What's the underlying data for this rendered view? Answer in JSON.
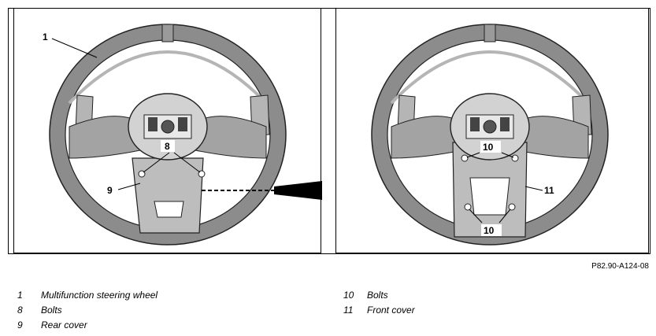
{
  "figure": {
    "callouts_left": [
      "1",
      "8",
      "9"
    ],
    "callouts_right": [
      "10",
      "10",
      "11"
    ],
    "reference_code": "P82.90-A124-08"
  },
  "legend": [
    {
      "number": "1",
      "label": "Multifunction steering wheel"
    },
    {
      "number": "8",
      "label": "Bolts"
    },
    {
      "number": "9",
      "label": "Rear cover"
    },
    {
      "number": "10",
      "label": "Bolts"
    },
    {
      "number": "11",
      "label": "Front cover"
    }
  ],
  "colors": {
    "rim": "#8c8c8c",
    "rim_highlight": "#b5b5b5",
    "spoke": "#a3a3a3",
    "hub": "#d2d2d2",
    "cover": "#bdbdbd",
    "line": "#000000"
  }
}
